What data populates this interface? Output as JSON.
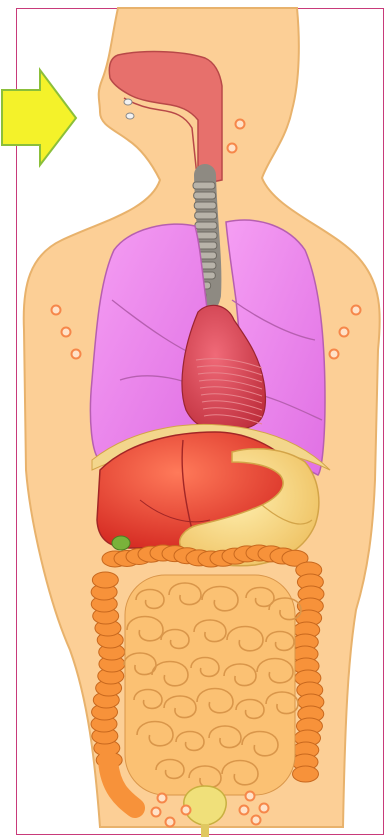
{
  "figure": {
    "title": "",
    "arrow": {
      "color": "#f4f22a",
      "outline": "#8bbf3a",
      "direction": "right"
    }
  },
  "colors": {
    "frame": "#c83a7a",
    "skin": "#fccf96",
    "skin_outline": "#e8b26c",
    "lungs": "#ef84ee",
    "lungs_outline": "#b65fb0",
    "liver": "#e83b30",
    "stomach": "#f4ce74",
    "intestine": "#fbc173",
    "colon": "#f7923a",
    "trachea": "#b8b3a9",
    "mouth": "#e7706c",
    "gallbladder": "#79b23a",
    "lymph_nodes": "#f6874a",
    "bladder": "#f0e07a"
  },
  "organs": [
    {
      "name": "nasal-cavity",
      "icon": "nasal-cavity-icon"
    },
    {
      "name": "trachea",
      "icon": "trachea-icon"
    },
    {
      "name": "lungs",
      "icon": "lungs-icon"
    },
    {
      "name": "heart",
      "icon": "heart-icon"
    },
    {
      "name": "diaphragm",
      "icon": "diaphragm-icon"
    },
    {
      "name": "liver",
      "icon": "liver-icon"
    },
    {
      "name": "stomach",
      "icon": "stomach-icon"
    },
    {
      "name": "gallbladder",
      "icon": "gallbladder-icon"
    },
    {
      "name": "large-intestine",
      "icon": "colon-icon"
    },
    {
      "name": "small-intestine",
      "icon": "small-intestine-icon"
    },
    {
      "name": "bladder",
      "icon": "bladder-icon"
    }
  ],
  "lymph_node_groups": [
    "neck",
    "left-armpit",
    "right-armpit",
    "groin"
  ]
}
